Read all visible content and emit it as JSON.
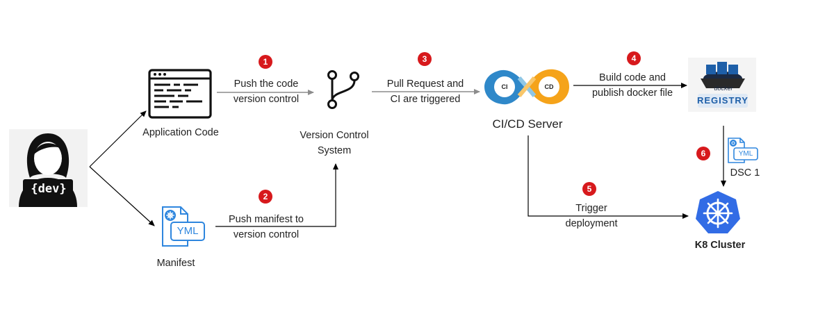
{
  "nodes": {
    "developer": {
      "badge_text": "{dev}",
      "icon": "developer-icon"
    },
    "app_code": {
      "label": "Application Code",
      "icon": "code-window-icon"
    },
    "manifest": {
      "label": "Manifest",
      "file_text": "YML",
      "icon": "yml-file-icon"
    },
    "vcs": {
      "label_line1": "Version Control",
      "label_line2": "System",
      "icon": "git-branch-icon"
    },
    "cicd": {
      "label": "CI/CD Server",
      "ci_text": "CI",
      "cd_text": "CD",
      "icon": "cicd-infinity-icon"
    },
    "registry": {
      "docker_text": "docker",
      "label_text": "REGISTRY",
      "icon": "docker-registry-icon"
    },
    "dsc": {
      "label": "DSC 1",
      "file_text": "YML",
      "icon": "yml-file-icon"
    },
    "k8s": {
      "label": "K8 Cluster",
      "icon": "kubernetes-icon"
    }
  },
  "steps": [
    {
      "number": "1",
      "line1": "Push the code",
      "line2": "version control"
    },
    {
      "number": "2",
      "line1": "Push manifest to",
      "line2": "version control"
    },
    {
      "number": "3",
      "line1": "Pull Request and",
      "line2": "CI are triggered"
    },
    {
      "number": "4",
      "line1": "Build code and",
      "line2": "publish docker file"
    },
    {
      "number": "5",
      "line1": "Trigger",
      "line2": "deployment"
    },
    {
      "number": "6"
    }
  ],
  "colors": {
    "badge_red": "#d7191c",
    "icon_blue": "#2e86de",
    "ci_blue": "#2f88c9",
    "cd_orange": "#f5a31a",
    "k8s_blue": "#326ce5",
    "line_black": "#000000",
    "line_gray": "#8c8c8c"
  }
}
